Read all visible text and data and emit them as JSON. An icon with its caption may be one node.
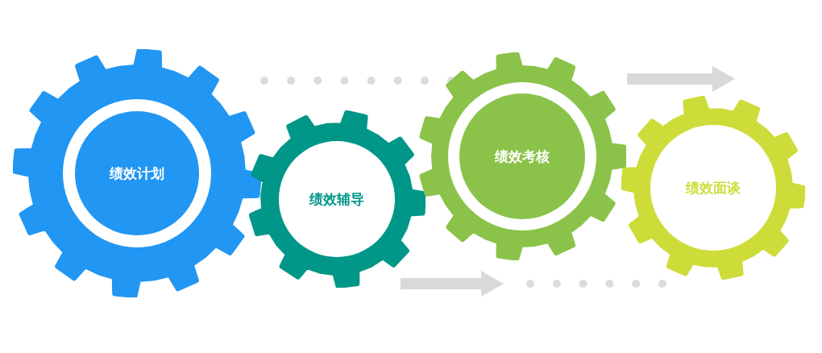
{
  "diagram": {
    "nodes": [
      {
        "text": [
          "绩效计划"
        ]
      },
      {
        "text": [
          "绩效辅导"
        ]
      },
      {
        "text": [
          "绩效考核"
        ]
      },
      {
        "text": [
          "绩效面谈"
        ]
      }
    ],
    "edges": [
      {
        "from": 1,
        "to": 2,
        "arrow": "to"
      },
      {
        "from": 2,
        "to": 3,
        "arrow": "to"
      }
    ]
  }
}
